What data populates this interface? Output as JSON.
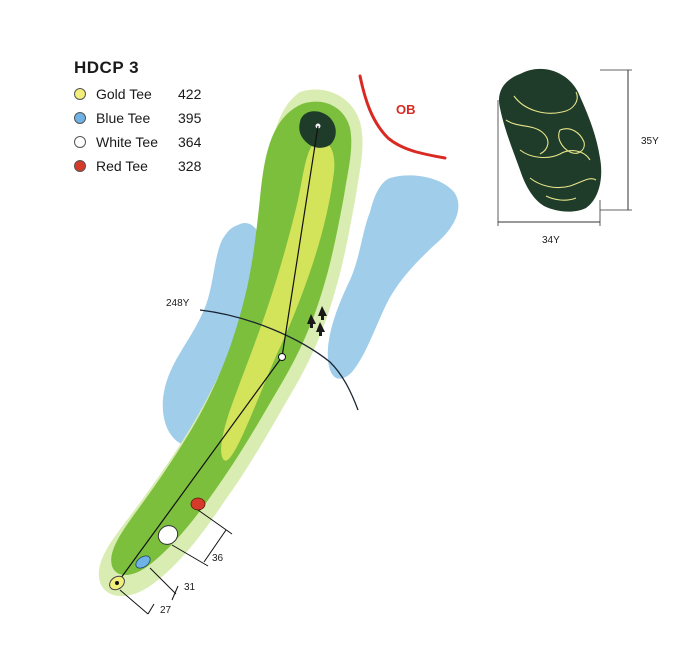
{
  "hole": {
    "handicap_label": "HDCP 3"
  },
  "legend": {
    "tees": [
      {
        "name": "Gold Tee",
        "yards": "422",
        "color": "#f2ee7c",
        "icon": "gold-tee-marker-icon"
      },
      {
        "name": "Blue Tee",
        "yards": "395",
        "color": "#6fb2e6",
        "icon": "blue-tee-marker-icon"
      },
      {
        "name": "White Tee",
        "yards": "364",
        "color": "#ffffff",
        "icon": "white-tee-marker-icon"
      },
      {
        "name": "Red Tee",
        "yards": "328",
        "color": "#d63b2a",
        "icon": "red-tee-marker-icon"
      }
    ]
  },
  "course_map": {
    "ob_label": "OB",
    "carry_label": "248Y",
    "tee_gaps": {
      "gold_to_blue": "27",
      "blue_to_white": "31",
      "white_to_red": "36"
    }
  },
  "green_detail": {
    "depth_label": "35Y",
    "width_label": "34Y"
  },
  "colors": {
    "rough": "#d9edb3",
    "fairway_outer": "#7cbf3c",
    "fairway_inner": "#d3e35a",
    "water": "#9fcdea",
    "green": "#1f3c2a",
    "ob_line": "#d82a22",
    "contour": "#e8e58a"
  }
}
